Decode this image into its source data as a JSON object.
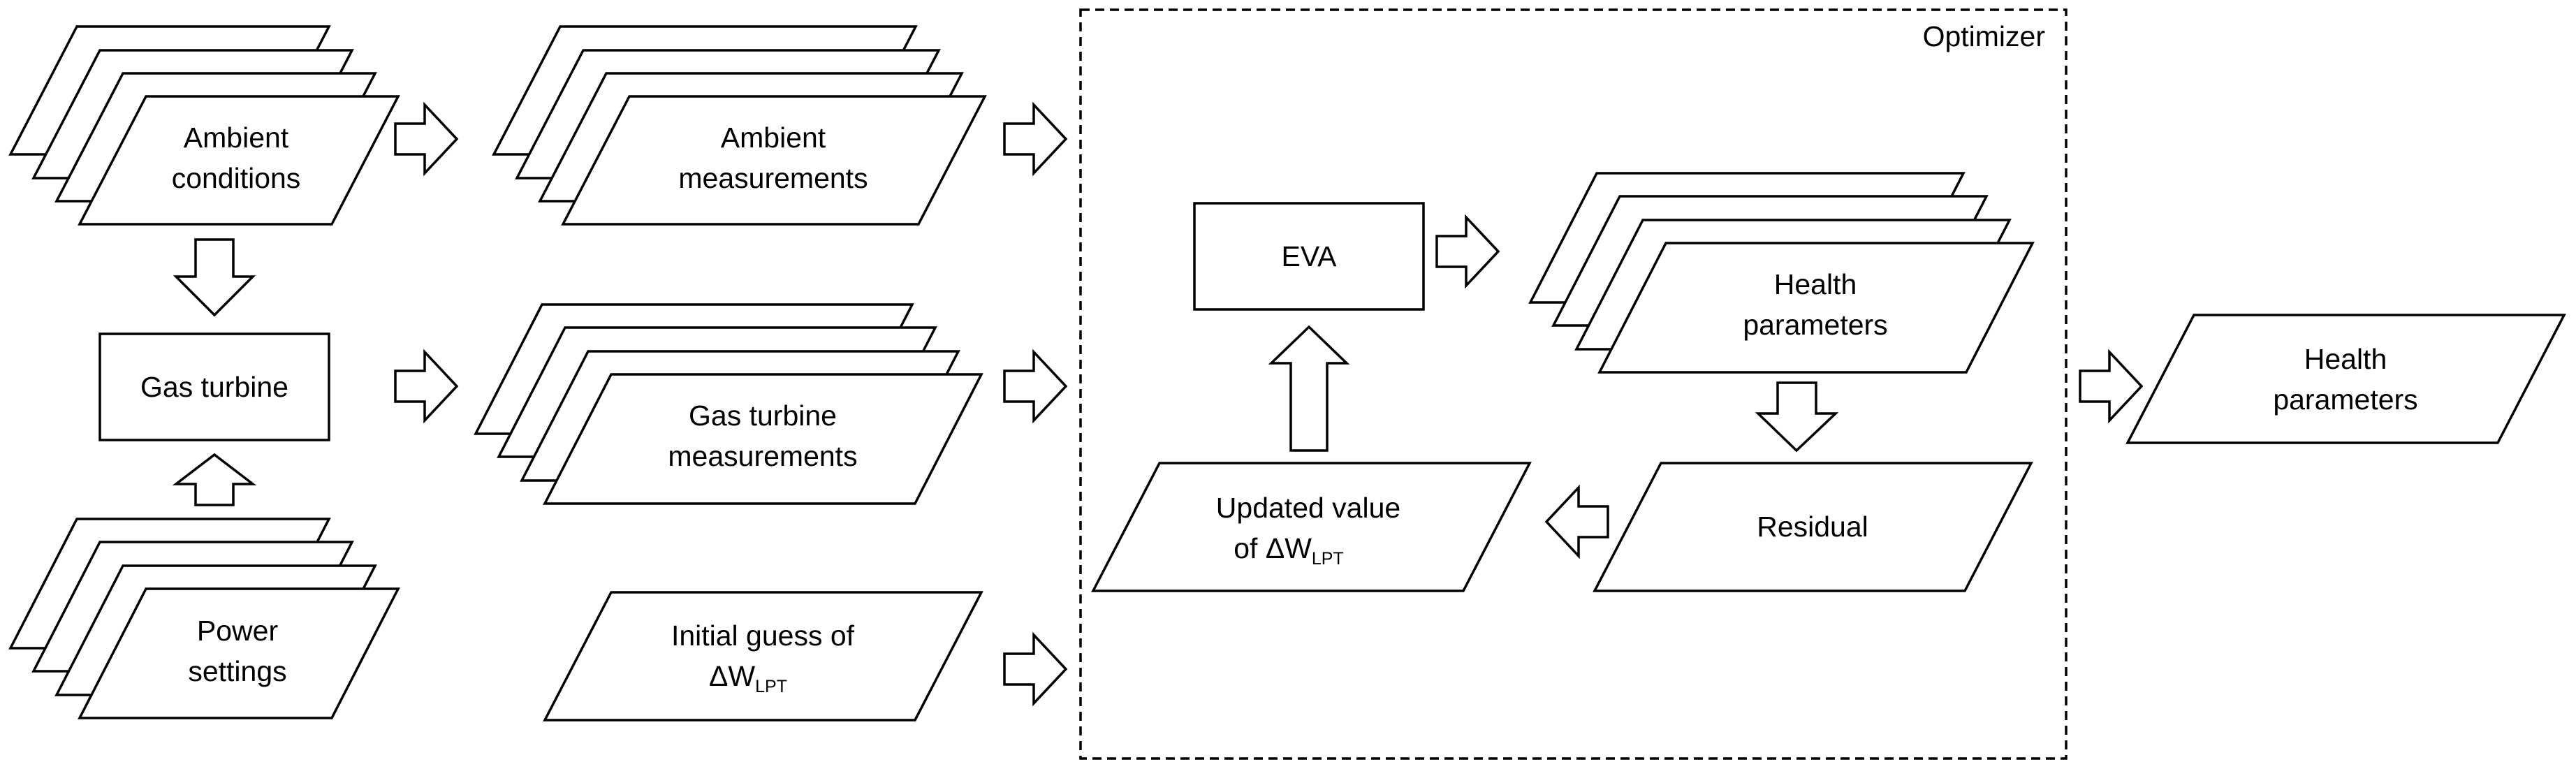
{
  "optimizer": {
    "label": "Optimizer"
  },
  "inputs": {
    "ambient_conditions": [
      "Ambient",
      "conditions"
    ],
    "gas_turbine": "Gas turbine",
    "power_settings": [
      "Power",
      "settings"
    ]
  },
  "measurements": {
    "ambient": [
      "Ambient",
      "measurements"
    ],
    "gas_turbine": [
      "Gas turbine",
      "measurements"
    ]
  },
  "initial_guess": {
    "line1": "Initial guess of",
    "delta": "ΔW",
    "subscript": "LPT"
  },
  "eva": {
    "label": "EVA"
  },
  "health_parameters_inner": [
    "Health",
    "parameters"
  ],
  "residual": {
    "label": "Residual"
  },
  "updated_value": {
    "line1": "Updated value",
    "line2": "of ΔW",
    "subscript": "LPT"
  },
  "health_parameters_output": [
    "Health",
    "parameters"
  ]
}
